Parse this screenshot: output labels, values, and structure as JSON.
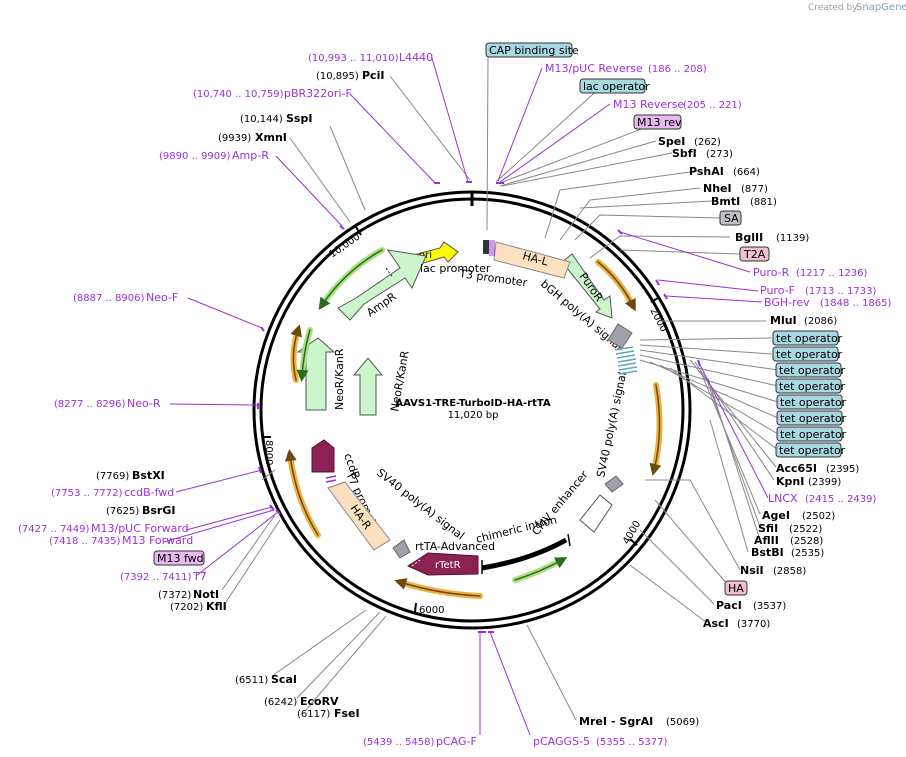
{
  "credit": {
    "prefix": "Created by",
    "brand": "SnapGene"
  },
  "plasmid": {
    "name": "AAVS1-TRE-TurboID-HA-rtTA",
    "size": "11,020 bp"
  },
  "ticks": [
    "2000",
    "4000",
    "6000",
    "8000",
    "10,000"
  ],
  "enzymes": {
    "PciI": {
      "name": "PciI",
      "pos": "(10,895)"
    },
    "SspI": {
      "name": "SspI",
      "pos": "(10,144)"
    },
    "XmnI": {
      "name": "XmnI",
      "pos": "(9939)"
    },
    "SpeI": {
      "name": "SpeI",
      "pos": "(262)"
    },
    "SbfI": {
      "name": "SbfI",
      "pos": "(273)"
    },
    "PshAI": {
      "name": "PshAI",
      "pos": "(664)"
    },
    "NheI": {
      "name": "NheI",
      "pos": "(877)"
    },
    "BmtI": {
      "name": "BmtI",
      "pos": "(881)"
    },
    "BglII": {
      "name": "BglII",
      "pos": "(1139)"
    },
    "MluI": {
      "name": "MluI",
      "pos": "(2086)"
    },
    "Acc65I": {
      "name": "Acc65I",
      "pos": "(2395)"
    },
    "KpnI": {
      "name": "KpnI",
      "pos": "(2399)"
    },
    "AgeI": {
      "name": "AgeI",
      "pos": "(2502)"
    },
    "SfiI": {
      "name": "SfiI",
      "pos": "(2522)"
    },
    "AflII": {
      "name": "AflII",
      "pos": "(2528)"
    },
    "BstBI": {
      "name": "BstBI",
      "pos": "(2535)"
    },
    "NsiI": {
      "name": "NsiI",
      "pos": "(2858)"
    },
    "PacI": {
      "name": "PacI",
      "pos": "(3537)"
    },
    "AscI": {
      "name": "AscI",
      "pos": "(3770)"
    },
    "MreISgrAI": {
      "name": "MreI",
      "name2": "- SgrAI",
      "pos": "(5069)"
    },
    "BstXI": {
      "name": "BstXI",
      "pos": "(7769)"
    },
    "BsrGI": {
      "name": "BsrGI",
      "pos": "(7625)"
    },
    "NotI": {
      "name": "NotI",
      "pos": "(7372)"
    },
    "KflI": {
      "name": "KflI",
      "pos": "(7202)"
    },
    "ScaI": {
      "name": "ScaI",
      "pos": "(6511)"
    },
    "EcoRV": {
      "name": "EcoRV",
      "pos": "(6242)"
    },
    "FseI": {
      "name": "FseI",
      "pos": "(6117)"
    }
  },
  "primers": {
    "L4440": {
      "name": "L4440",
      "pos": "(10,993 .. 11,010)"
    },
    "pBR322ori": {
      "name": "pBR322ori-F",
      "pos": "(10,740 .. 10,759)"
    },
    "AmpR": {
      "name": "Amp-R",
      "pos": "(9890 .. 9909)"
    },
    "NeoF": {
      "name": "Neo-F",
      "pos": "(8887 .. 8906)"
    },
    "NeoR": {
      "name": "Neo-R",
      "pos": "(8277 .. 8296)"
    },
    "ccdBfwd": {
      "name": "ccdB-fwd",
      "pos": "(7753 .. 7772)"
    },
    "M13pUCFwd": {
      "name": "M13/pUC Forward",
      "pos": "(7427 .. 7449)"
    },
    "M13Fwd": {
      "name": "M13 Forward",
      "pos": "(7418 .. 7435)"
    },
    "T7": {
      "name": "T7",
      "pos": "(7392 .. 7411)"
    },
    "M13pUCRev": {
      "name": "M13/pUC Reverse",
      "pos": "(186 .. 208)"
    },
    "M13Rev": {
      "name": "M13 Reverse",
      "pos": "(205 .. 221)"
    },
    "PuroR": {
      "name": "Puro-R",
      "pos": "(1217 .. 1236)"
    },
    "PuroF": {
      "name": "Puro-F",
      "pos": "(1713 .. 1733)"
    },
    "BGHrev": {
      "name": "BGH-rev",
      "pos": "(1848 .. 1865)"
    },
    "LNCX": {
      "name": "LNCX",
      "pos": "(2415 .. 2439)"
    },
    "pCAGF": {
      "name": "pCAG-F",
      "pos": "(5439 .. 5458)"
    },
    "pCAGGS5": {
      "name": "pCAGGS-5",
      "pos": "(5355 .. 5377)"
    }
  },
  "boxes": {
    "cap": "CAP binding site",
    "lacop": "lac operator",
    "m13rev": "M13 rev",
    "sa": "SA",
    "t2a": "T2A",
    "tetop": "tet operator",
    "ha": "HA",
    "m13fwd": "M13 fwd"
  },
  "features": {
    "ori": "ori",
    "AmpR": "AmpR",
    "NeoKan1": "NeoR/KanR",
    "NeoKan2": "NeoR/KanR",
    "ccdB": "ccdB",
    "T7promoter": "T7 promoter",
    "HAR": "HA-R",
    "SV40polyA1": "SV40 poly(A) signal",
    "rtTAAdv": "rtTA-Advanced",
    "rTetR": "rTetR",
    "chimericIntron": "chimeric intron",
    "CMVenhancer": "CMV enhancer",
    "SV40polyA2": "SV40 poly(A) signal",
    "bGH": "bGH poly(A) signal",
    "PuroR": "PuroR",
    "HAL": "HA-L",
    "lacPromoter": "lac promoter",
    "T3promoter": "T3 promoter"
  },
  "colors": {
    "primer": "#9b30d9",
    "yellow_ori": "#ffff00",
    "green_feature": "#ccf5cc",
    "peach": "#fce0c0",
    "maroon": "#8b2252",
    "tetop_blue": "#a8d8e0",
    "orange_arrow": "#f0b040"
  }
}
